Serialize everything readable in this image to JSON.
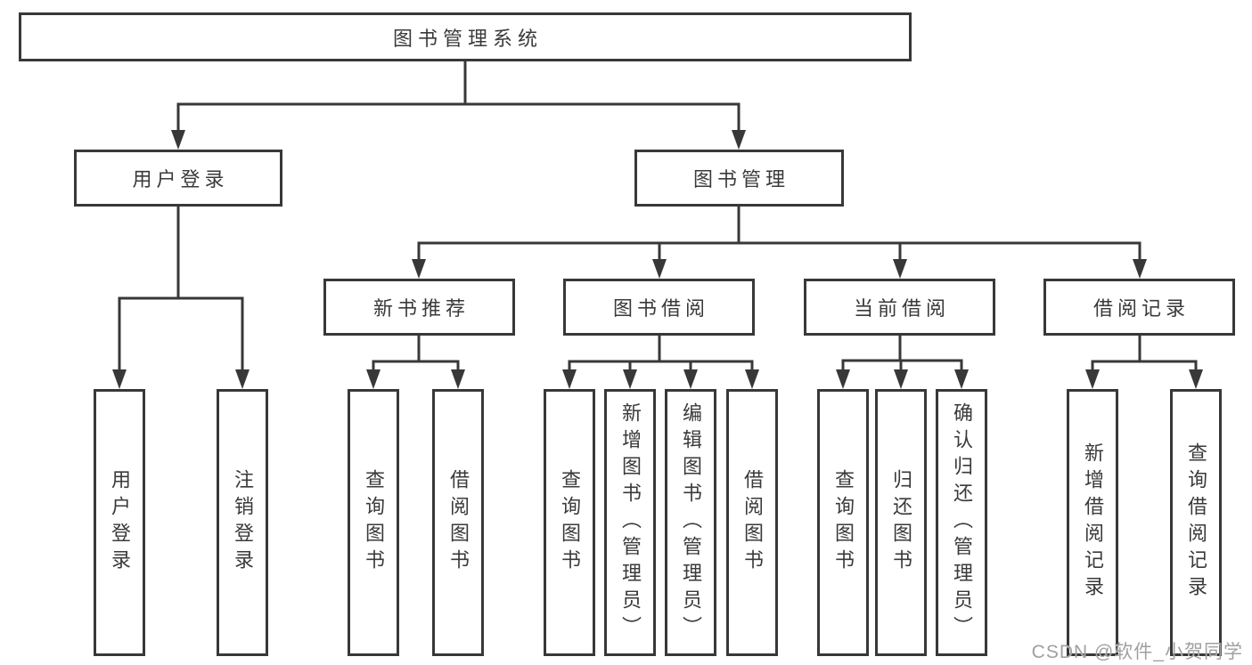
{
  "colors": {
    "line": "#383838",
    "box_border": "#383838",
    "box_fill": "#ffffff",
    "text": "#3a3a3a",
    "watermark": "#a0a0a0",
    "background": "#ffffff"
  },
  "tree": {
    "label": "图书管理系统",
    "children": [
      {
        "label": "用户登录",
        "children": [
          {
            "label": "用户登录"
          },
          {
            "label": "注销登录"
          }
        ]
      },
      {
        "label": "图书管理",
        "children": [
          {
            "label": "新书推荐",
            "children": [
              {
                "label": "查询图书"
              },
              {
                "label": "借阅图书"
              }
            ]
          },
          {
            "label": "图书借阅",
            "children": [
              {
                "label": "查询图书"
              },
              {
                "label": "新增图书（管理员）"
              },
              {
                "label": "编辑图书（管理员）"
              },
              {
                "label": "借阅图书"
              }
            ]
          },
          {
            "label": "当前借阅",
            "children": [
              {
                "label": "查询图书"
              },
              {
                "label": "归还图书"
              },
              {
                "label": "确认归还（管理员）"
              }
            ]
          },
          {
            "label": "借阅记录",
            "children": [
              {
                "label": "新增借阅记录"
              },
              {
                "label": "查询借阅记录"
              }
            ]
          }
        ]
      }
    ]
  },
  "watermark": {
    "text": "CSDN @软件_小贺同学"
  }
}
